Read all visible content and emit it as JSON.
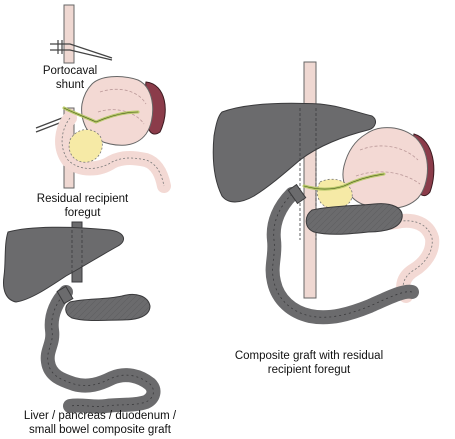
{
  "labels": {
    "portocaval": [
      "Portocaval",
      "shunt"
    ],
    "residual": [
      "Residual recipient",
      "foregut"
    ],
    "composite_residual": [
      "Composite graft with residual",
      "recipient foregut"
    ],
    "graft": [
      "Liver / pancreas / duodenum /",
      "small bowel composite graft"
    ]
  },
  "colors": {
    "graft_grey": "#6b6b6d",
    "graft_outline": "#3a3a3c",
    "recipient_pink": "#f3d9d4",
    "spleen": "#8b3c4a",
    "bile_duct_green": "#b8c96a",
    "pancreas_head_yellow": "#f6eaa6",
    "vessel_fill": "#efd8d2"
  }
}
